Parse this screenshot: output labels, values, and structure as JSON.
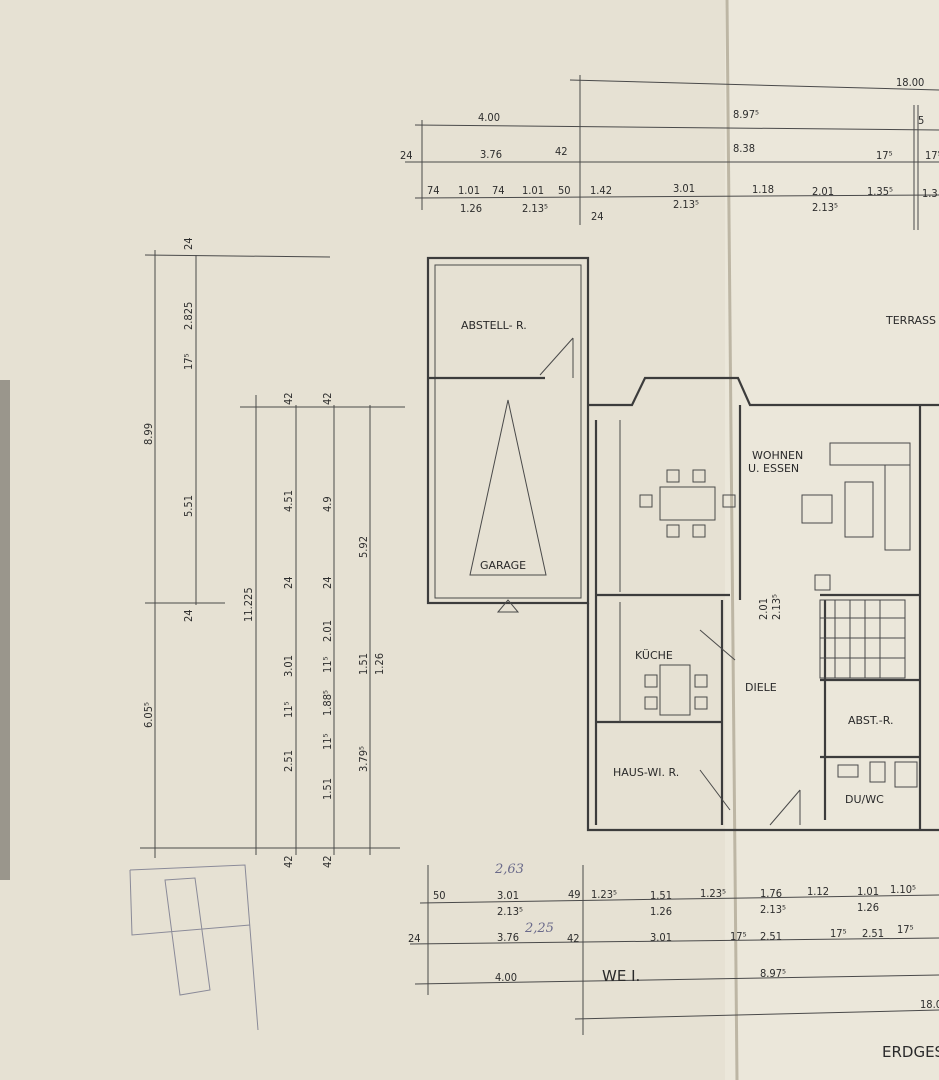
{
  "colors": {
    "paper": "#e6e1d3",
    "ink": "#3c3c3c",
    "pencil": "#6a6a8a"
  },
  "rooms": {
    "abstell": "ABSTELL- R.",
    "garage": "GARAGE",
    "wohnen1": "WOHNEN",
    "wohnen2": "U. ESSEN",
    "kueche": "KÜCHE",
    "diele": "DIELE",
    "hauswi": "HAUS-WI. R.",
    "abstr": "ABST.-R.",
    "duwc": "DU/WC",
    "terrasse": "TERRASS"
  },
  "labels": {
    "unit": "WE I.",
    "floor": "ERDGES",
    "total_top": "18.00",
    "total_bottom": "18.0"
  },
  "top_dims": {
    "r1": [
      "4.00",
      "8.97⁵",
      "5"
    ],
    "r2": [
      "24",
      "3.76",
      "42",
      "8.38",
      "17⁵",
      "17⁵"
    ],
    "r3": [
      "74",
      "1.01",
      "1.26",
      "74",
      "1.01",
      "2.13⁵",
      "50",
      "1.42",
      "3.01",
      "2.13⁵",
      "1.18",
      "2.01",
      "2.13⁵",
      "1.35⁵",
      "1.3",
      "24"
    ]
  },
  "bottom_dims": {
    "r1": [
      "50",
      "3.01",
      "2.13⁵",
      "49",
      "1.23⁵",
      "1.51",
      "1.26",
      "1.23⁵",
      "1.76",
      "2.13⁵",
      "1.12",
      "1.01",
      "1.26",
      "1.10⁵"
    ],
    "r2": [
      "24",
      "3.76",
      "42",
      "3.01",
      "17⁵",
      "2.51",
      "17⁵",
      "2.51",
      "17⁵"
    ],
    "r3": [
      "4.00",
      "8.97⁵"
    ],
    "handwritten": [
      "2,63",
      "2,25"
    ]
  },
  "left_dims": {
    "c1": [
      "8.99",
      "6.05⁵"
    ],
    "c2": [
      "24",
      "2.825",
      "17⁵",
      "5.51",
      "24"
    ],
    "c3": [
      "11.225"
    ],
    "c4": [
      "42",
      "4.51",
      "24",
      "3.01",
      "11⁵",
      "2.51",
      "42"
    ],
    "c5": [
      "42",
      "4.9",
      "24",
      "2.01",
      "11⁵",
      "1.88⁵",
      "11⁵",
      "1.51",
      "42"
    ],
    "c6": [
      "5.92",
      "1.51",
      "1.26",
      "3.79⁵"
    ]
  },
  "inner_dims": [
    "2.01",
    "2.13⁵"
  ]
}
